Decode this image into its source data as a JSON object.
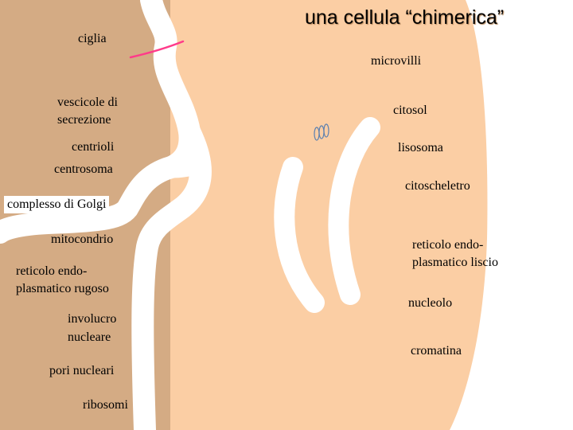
{
  "title": "una cellula “chimerica”",
  "colors": {
    "left_cell": "#d4ab84",
    "right_cell": "#fbcea4",
    "background": "#ffffff",
    "membrane_highlight": "#ff3b8a"
  },
  "left_labels": [
    "ciglia",
    "vescicole di",
    "secrezione",
    "centrioli",
    "centrosoma",
    "complesso di Golgi",
    "mitocondrio",
    "reticolo endo-",
    "plasmatico rugoso",
    "involucro",
    "nucleare",
    "pori nucleari",
    "ribosomi"
  ],
  "right_labels": [
    "microvilli",
    "citosol",
    "lisosoma",
    "citoscheletro",
    "reticolo endo-",
    "plasmatico liscio",
    "nucleolo",
    "cromatina"
  ]
}
